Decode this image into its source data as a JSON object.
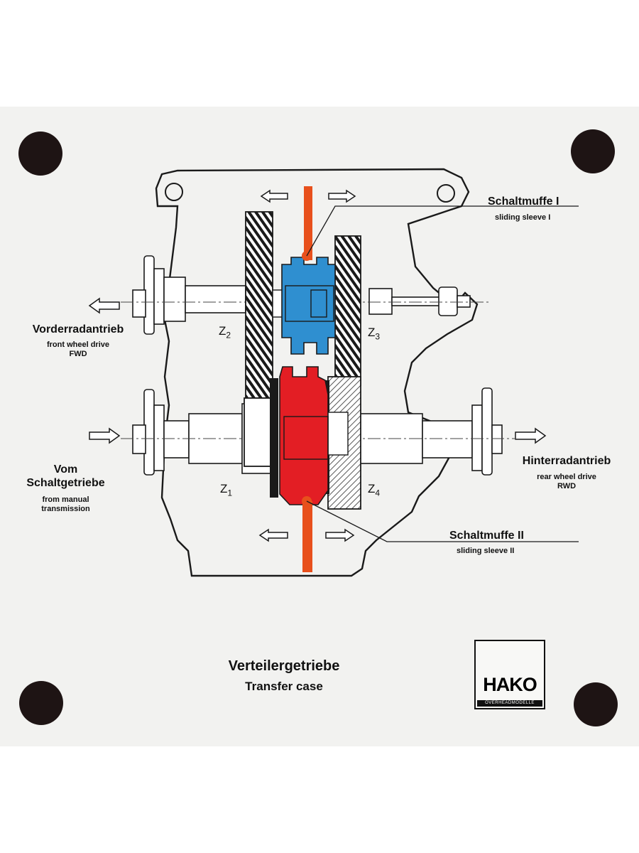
{
  "labels": {
    "sleeve1_de": "Schaltmuffe I",
    "sleeve1_en": "sliding sleeve I",
    "sleeve2_de": "Schaltmuffe II",
    "sleeve2_en": "sliding sleeve II",
    "front_de": "Vorderradantrieb",
    "front_en": "front wheel drive",
    "front_abbr": "FWD",
    "input_de_1": "Vom",
    "input_de_2": "Schaltgetriebe",
    "input_en_1": "from manual",
    "input_en_2": "transmission",
    "rear_de": "Hinterradantrieb",
    "rear_en": "rear wheel drive",
    "rear_abbr": "RWD"
  },
  "gears": {
    "z2": "Z",
    "z2_sub": "2",
    "z3": "Z",
    "z3_sub": "3",
    "z1": "Z",
    "z1_sub": "1",
    "z4": "Z",
    "z4_sub": "4"
  },
  "title": {
    "main": "Verteilergetriebe",
    "sub": "Transfer case"
  },
  "logo": {
    "mark": "HAKO",
    "strip": "OVERHEADMODELLE"
  },
  "colors": {
    "sleeve1": "#2f8fd0",
    "sleeve2": "#e31e24",
    "shift_fork": "#e8501c",
    "outline": "#1a1a1a"
  }
}
